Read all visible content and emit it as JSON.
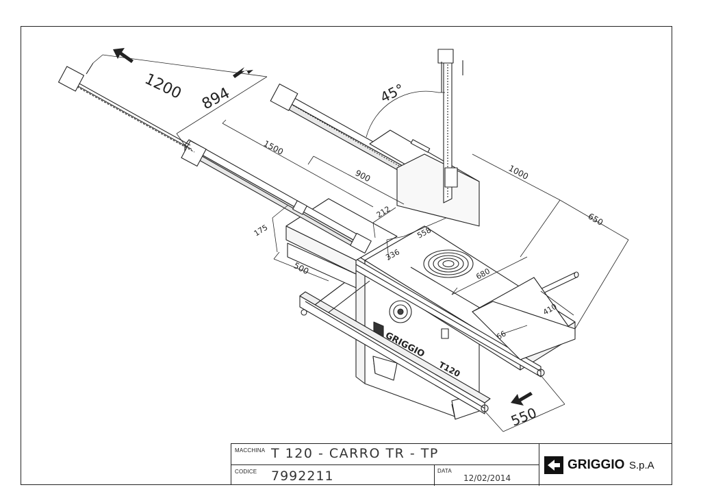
{
  "dimensions": {
    "d1200": "1200",
    "d894": "894",
    "d45": "45°",
    "d1500": "1500",
    "d900": "900",
    "d1000": "1000",
    "d650": "650",
    "d212": "212",
    "d175": "175",
    "d558": "558",
    "d336": "336",
    "d500": "500",
    "d680": "680",
    "d410": "410",
    "d66": "66",
    "d550": "550"
  },
  "machine_text": {
    "brand": "GRIGGIO",
    "model": "T120"
  },
  "title_block": {
    "macchina_label": "MACCHINA",
    "macchina_value": "T 120 - CARRO TR - TP",
    "codice_label": "CODICE",
    "codice_value": "7992211",
    "data_label": "DATA",
    "data_value": "12/02/2014",
    "company": "GRIGGIO",
    "company_suffix": "S.p.A"
  },
  "colors": {
    "line": "#222222",
    "hatch": "#555555"
  }
}
